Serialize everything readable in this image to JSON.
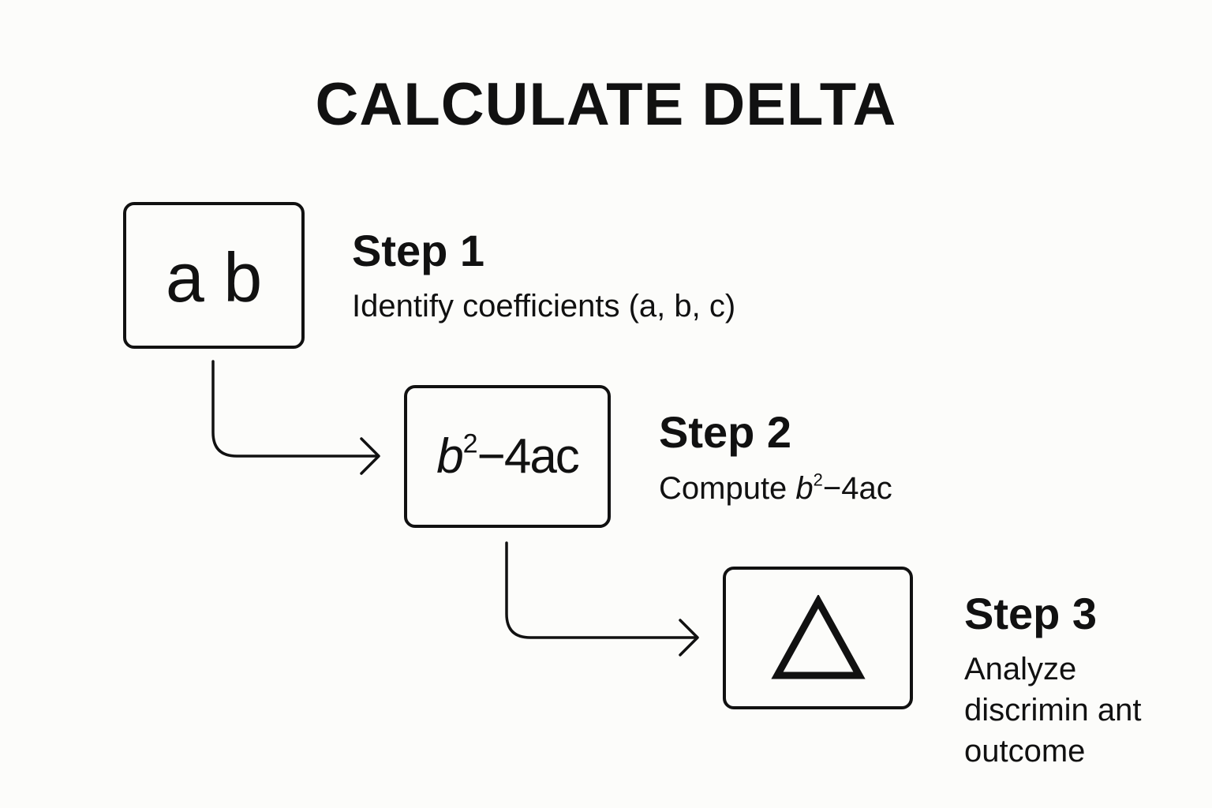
{
  "title": "CALCULATE DELTA",
  "steps": [
    {
      "title": "Step 1",
      "description": "Identify coefficients (a, b, c)",
      "box_label": "a b"
    },
    {
      "title": "Step 2",
      "description_prefix": "Compute ",
      "description_var": "b",
      "description_exp": "2",
      "description_rest": "−4ac",
      "box_var": "b",
      "box_exp": "2",
      "box_rest": "−4ac"
    },
    {
      "title": "Step 3",
      "description_lines": [
        "Analyze",
        "discrimin ant",
        "outcome"
      ],
      "box_icon": "delta-triangle-icon"
    }
  ],
  "colors": {
    "background": "#fcfcfa",
    "ink": "#111111"
  }
}
